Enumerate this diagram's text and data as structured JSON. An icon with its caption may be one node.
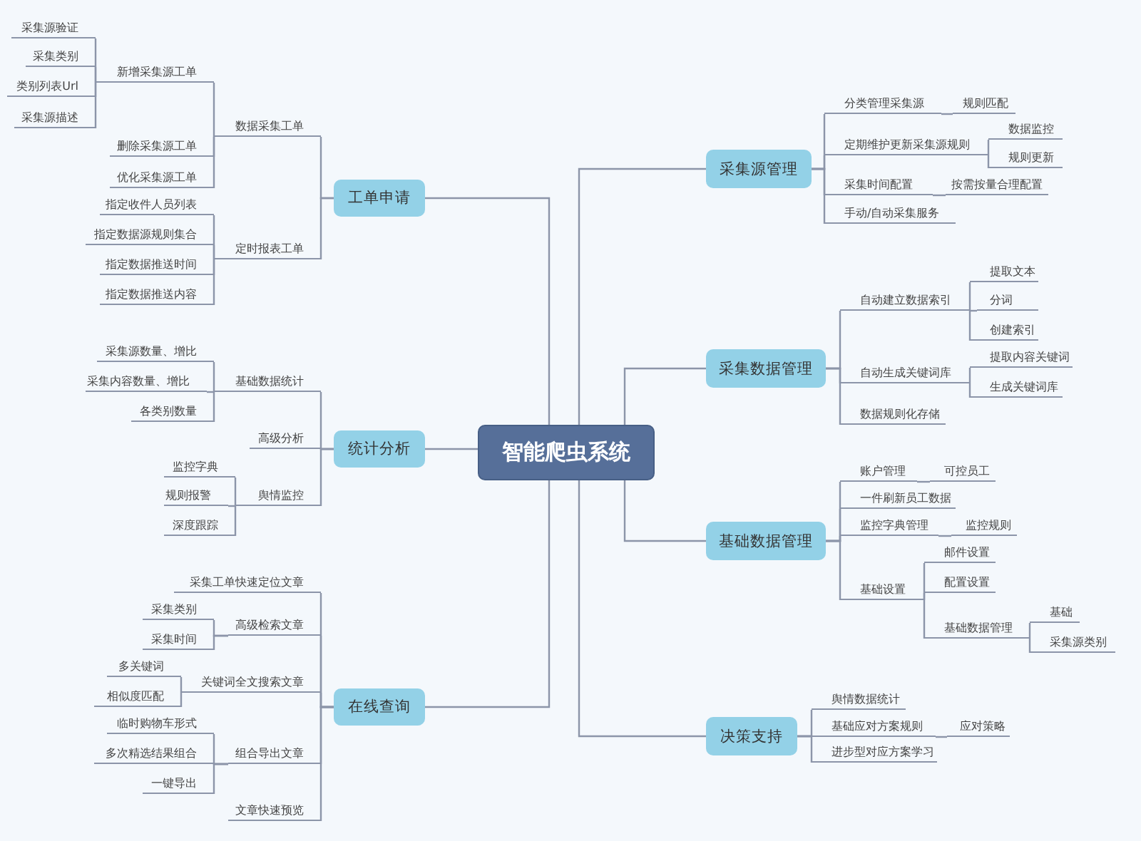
{
  "diagram": {
    "nodes": [
      {
        "text": [
          "智能爬虫系统"
        ]
      },
      {
        "text": [
          "工单申请"
        ]
      },
      {
        "text": [
          "数据采集工单"
        ]
      },
      {
        "text": [
          "新增采集源工单"
        ]
      },
      {
        "text": [
          "采集源验证"
        ]
      },
      {
        "text": [
          "采集类别"
        ]
      },
      {
        "text": [
          "类别列表Url"
        ]
      },
      {
        "text": [
          "采集源描述"
        ]
      },
      {
        "text": [
          "删除采集源工单"
        ]
      },
      {
        "text": [
          "优化采集源工单"
        ]
      },
      {
        "text": [
          "定时报表工单"
        ]
      },
      {
        "text": [
          "指定收件人员列表"
        ]
      },
      {
        "text": [
          "指定数据源规则集合"
        ]
      },
      {
        "text": [
          "指定数据推送时间"
        ]
      },
      {
        "text": [
          "指定数据推送内容"
        ]
      },
      {
        "text": [
          "统计分析"
        ]
      },
      {
        "text": [
          "基础数据统计"
        ]
      },
      {
        "text": [
          "采集源数量、增比"
        ]
      },
      {
        "text": [
          "采集内容数量、增比"
        ]
      },
      {
        "text": [
          "各类别数量"
        ]
      },
      {
        "text": [
          "高级分析"
        ]
      },
      {
        "text": [
          "舆情监控"
        ]
      },
      {
        "text": [
          "监控字典"
        ]
      },
      {
        "text": [
          "规则报警"
        ]
      },
      {
        "text": [
          "深度跟踪"
        ]
      },
      {
        "text": [
          "在线查询"
        ]
      },
      {
        "text": [
          "采集工单快速定位文章"
        ]
      },
      {
        "text": [
          "高级检索文章"
        ]
      },
      {
        "text": [
          "采集类别"
        ]
      },
      {
        "text": [
          "采集时间"
        ]
      },
      {
        "text": [
          "关键词全文搜索文章"
        ]
      },
      {
        "text": [
          "多关键词"
        ]
      },
      {
        "text": [
          "相似度匹配"
        ]
      },
      {
        "text": [
          "组合导出文章"
        ]
      },
      {
        "text": [
          "临时购物车形式"
        ]
      },
      {
        "text": [
          "多次精选结果组合"
        ]
      },
      {
        "text": [
          "一键导出"
        ]
      },
      {
        "text": [
          "文章快速预览"
        ]
      },
      {
        "text": [
          "采集源管理"
        ]
      },
      {
        "text": [
          "分类管理采集源"
        ]
      },
      {
        "text": [
          "规则匹配"
        ]
      },
      {
        "text": [
          "定期维护更新采集源规则"
        ]
      },
      {
        "text": [
          "数据监控"
        ]
      },
      {
        "text": [
          "规则更新"
        ]
      },
      {
        "text": [
          "采集时间配置"
        ]
      },
      {
        "text": [
          "按需按量合理配置"
        ]
      },
      {
        "text": [
          "手动/自动采集服务"
        ]
      },
      {
        "text": [
          "采集数据管理"
        ]
      },
      {
        "text": [
          "自动建立数据索引"
        ]
      },
      {
        "text": [
          "提取文本"
        ]
      },
      {
        "text": [
          "分词"
        ]
      },
      {
        "text": [
          "创建索引"
        ]
      },
      {
        "text": [
          "自动生成关键词库"
        ]
      },
      {
        "text": [
          "提取内容关键词"
        ]
      },
      {
        "text": [
          "生成关键词库"
        ]
      },
      {
        "text": [
          "数据规则化存储"
        ]
      },
      {
        "text": [
          "基础数据管理"
        ]
      },
      {
        "text": [
          "账户管理"
        ]
      },
      {
        "text": [
          "可控员工"
        ]
      },
      {
        "text": [
          "一件刷新员工数据"
        ]
      },
      {
        "text": [
          "监控字典管理"
        ]
      },
      {
        "text": [
          "监控规则"
        ]
      },
      {
        "text": [
          "基础设置"
        ]
      },
      {
        "text": [
          "邮件设置"
        ]
      },
      {
        "text": [
          "配置设置"
        ]
      },
      {
        "text": [
          "基础数据管理"
        ]
      },
      {
        "text": [
          "基础"
        ]
      },
      {
        "text": [
          "采集源类别"
        ]
      },
      {
        "text": [
          "决策支持"
        ]
      },
      {
        "text": [
          "舆情数据统计"
        ]
      },
      {
        "text": [
          "基础应对方案规则"
        ]
      },
      {
        "text": [
          "应对策略"
        ]
      },
      {
        "text": [
          "进步型对应方案学习"
        ]
      }
    ],
    "edges": [
      {
        "from": 0,
        "to": 1,
        "arrow": "none"
      },
      {
        "from": 1,
        "to": 2,
        "arrow": "none"
      },
      {
        "from": 2,
        "to": 3,
        "arrow": "none"
      },
      {
        "from": 3,
        "to": 4,
        "arrow": "none"
      },
      {
        "from": 3,
        "to": 5,
        "arrow": "none"
      },
      {
        "from": 3,
        "to": 6,
        "arrow": "none"
      },
      {
        "from": 3,
        "to": 7,
        "arrow": "none"
      },
      {
        "from": 2,
        "to": 8,
        "arrow": "none"
      },
      {
        "from": 2,
        "to": 9,
        "arrow": "none"
      },
      {
        "from": 1,
        "to": 10,
        "arrow": "none"
      },
      {
        "from": 10,
        "to": 11,
        "arrow": "none"
      },
      {
        "from": 10,
        "to": 12,
        "arrow": "none"
      },
      {
        "from": 10,
        "to": 13,
        "arrow": "none"
      },
      {
        "from": 10,
        "to": 14,
        "arrow": "none"
      },
      {
        "from": 0,
        "to": 15,
        "arrow": "none"
      },
      {
        "from": 15,
        "to": 16,
        "arrow": "none"
      },
      {
        "from": 16,
        "to": 17,
        "arrow": "none"
      },
      {
        "from": 16,
        "to": 18,
        "arrow": "none"
      },
      {
        "from": 16,
        "to": 19,
        "arrow": "none"
      },
      {
        "from": 15,
        "to": 20,
        "arrow": "none"
      },
      {
        "from": 15,
        "to": 21,
        "arrow": "none"
      },
      {
        "from": 21,
        "to": 22,
        "arrow": "none"
      },
      {
        "from": 21,
        "to": 23,
        "arrow": "none"
      },
      {
        "from": 21,
        "to": 24,
        "arrow": "none"
      },
      {
        "from": 0,
        "to": 25,
        "arrow": "none"
      },
      {
        "from": 25,
        "to": 26,
        "arrow": "none"
      },
      {
        "from": 25,
        "to": 27,
        "arrow": "none"
      },
      {
        "from": 27,
        "to": 28,
        "arrow": "none"
      },
      {
        "from": 27,
        "to": 29,
        "arrow": "none"
      },
      {
        "from": 25,
        "to": 30,
        "arrow": "none"
      },
      {
        "from": 30,
        "to": 31,
        "arrow": "none"
      },
      {
        "from": 30,
        "to": 32,
        "arrow": "none"
      },
      {
        "from": 25,
        "to": 33,
        "arrow": "none"
      },
      {
        "from": 33,
        "to": 34,
        "arrow": "none"
      },
      {
        "from": 33,
        "to": 35,
        "arrow": "none"
      },
      {
        "from": 33,
        "to": 36,
        "arrow": "none"
      },
      {
        "from": 25,
        "to": 37,
        "arrow": "none"
      },
      {
        "from": 0,
        "to": 38,
        "arrow": "none"
      },
      {
        "from": 38,
        "to": 39,
        "arrow": "none"
      },
      {
        "from": 39,
        "to": 40,
        "arrow": "none"
      },
      {
        "from": 38,
        "to": 41,
        "arrow": "none"
      },
      {
        "from": 41,
        "to": 42,
        "arrow": "none"
      },
      {
        "from": 41,
        "to": 43,
        "arrow": "none"
      },
      {
        "from": 38,
        "to": 44,
        "arrow": "none"
      },
      {
        "from": 44,
        "to": 45,
        "arrow": "none"
      },
      {
        "from": 38,
        "to": 46,
        "arrow": "none"
      },
      {
        "from": 0,
        "to": 47,
        "arrow": "none"
      },
      {
        "from": 47,
        "to": 48,
        "arrow": "none"
      },
      {
        "from": 48,
        "to": 49,
        "arrow": "none"
      },
      {
        "from": 48,
        "to": 50,
        "arrow": "none"
      },
      {
        "from": 48,
        "to": 51,
        "arrow": "none"
      },
      {
        "from": 47,
        "to": 52,
        "arrow": "none"
      },
      {
        "from": 52,
        "to": 53,
        "arrow": "none"
      },
      {
        "from": 52,
        "to": 54,
        "arrow": "none"
      },
      {
        "from": 47,
        "to": 55,
        "arrow": "none"
      },
      {
        "from": 0,
        "to": 56,
        "arrow": "none"
      },
      {
        "from": 56,
        "to": 57,
        "arrow": "none"
      },
      {
        "from": 57,
        "to": 58,
        "arrow": "none"
      },
      {
        "from": 56,
        "to": 59,
        "arrow": "none"
      },
      {
        "from": 56,
        "to": 60,
        "arrow": "none"
      },
      {
        "from": 60,
        "to": 61,
        "arrow": "none"
      },
      {
        "from": 56,
        "to": 62,
        "arrow": "none"
      },
      {
        "from": 62,
        "to": 63,
        "arrow": "none"
      },
      {
        "from": 62,
        "to": 64,
        "arrow": "none"
      },
      {
        "from": 62,
        "to": 65,
        "arrow": "none"
      },
      {
        "from": 65,
        "to": 66,
        "arrow": "none"
      },
      {
        "from": 65,
        "to": 67,
        "arrow": "none"
      },
      {
        "from": 0,
        "to": 68,
        "arrow": "none"
      },
      {
        "from": 68,
        "to": 69,
        "arrow": "none"
      },
      {
        "from": 68,
        "to": 70,
        "arrow": "none"
      },
      {
        "from": 70,
        "to": 71,
        "arrow": "none"
      },
      {
        "from": 68,
        "to": 72,
        "arrow": "none"
      }
    ]
  }
}
